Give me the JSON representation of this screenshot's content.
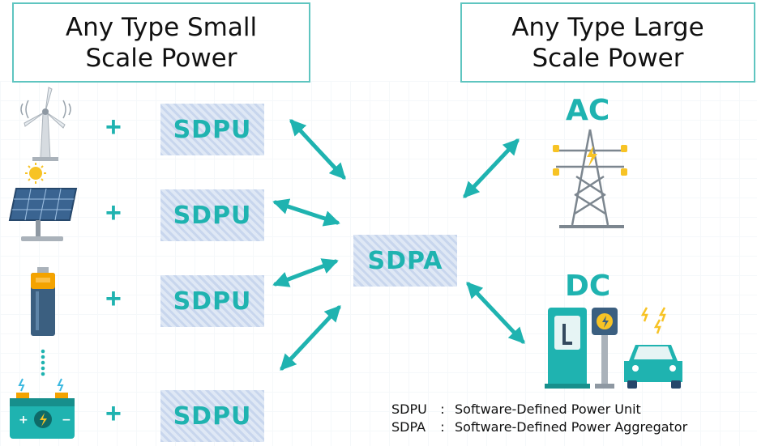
{
  "titles": {
    "small": [
      "Any Type Small",
      "Scale Power"
    ],
    "large": [
      "Any Type Large",
      "Scale Power"
    ]
  },
  "sdpu_label": "SDPU",
  "sdpa_label": "SDPA",
  "plus_sign": "+",
  "ac_label": "AC",
  "dc_label": "DC",
  "legend": [
    {
      "abbr": "SDPU",
      "sep": ":",
      "desc": "Software-Defined Power Unit"
    },
    {
      "abbr": "SDPA",
      "sep": ":",
      "desc": "Software-Defined Power Aggregator"
    }
  ],
  "colors": {
    "accent": "#1fb3b0",
    "border": "#5fc5c0",
    "battery": "#3b5f80",
    "bolt": "#f7c325"
  },
  "icons": [
    "wind-turbine-icon",
    "solar-panel-icon",
    "battery-icon",
    "car-battery-icon",
    "transmission-tower-icon",
    "ev-charger-icon",
    "electric-car-icon"
  ]
}
